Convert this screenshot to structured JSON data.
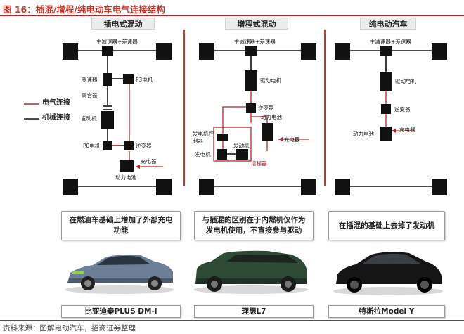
{
  "title": "图 16：插混/增程/纯电动车电气连接结构",
  "source": "资料来源：图解电动汽车，招商证券整理",
  "legend": {
    "electric": "电气连接",
    "mechanical": "机械连接"
  },
  "colors": {
    "electric": "#b3282d",
    "mechanical": "#111111",
    "accent": "#c0392b"
  },
  "columns": [
    {
      "title": "插电式混动",
      "labels": {
        "main_reducer": "主减速器+差速器",
        "transmission": "变速器",
        "p3_motor": "P3电机",
        "clutch": "离合器",
        "engine": "发动机",
        "p0_motor": "P0电机",
        "inverter": "逆变器",
        "charger": "充电器",
        "battery": "动力电池"
      },
      "note": "在燃油车基础上增加了外部充电功能",
      "car": "比亚迪秦PLUS DM-i"
    },
    {
      "title": "增程式混动",
      "labels": {
        "main_reducer": "主减速器+差速器",
        "drive_motor": "驱动电机",
        "inverter": "逆变器",
        "battery": "动力电池",
        "gen_controller": "发电机控制器",
        "generator": "发电机",
        "engine": "发动机",
        "charger": "充电器",
        "range_extender": "增程器"
      },
      "note": "与插混的区别在于内燃机仅作为发电机使用，不直接参与驱动",
      "car": "理想L7"
    },
    {
      "title": "纯电动汽车",
      "labels": {
        "main_reducer": "主减速器+差速器",
        "drive_motor": "驱动电机",
        "inverter": "逆变器",
        "battery": "动力电池",
        "charger": "充电器"
      },
      "note": "在插混的基础上去掉了发动机",
      "car": "特斯拉Model Y"
    }
  ]
}
